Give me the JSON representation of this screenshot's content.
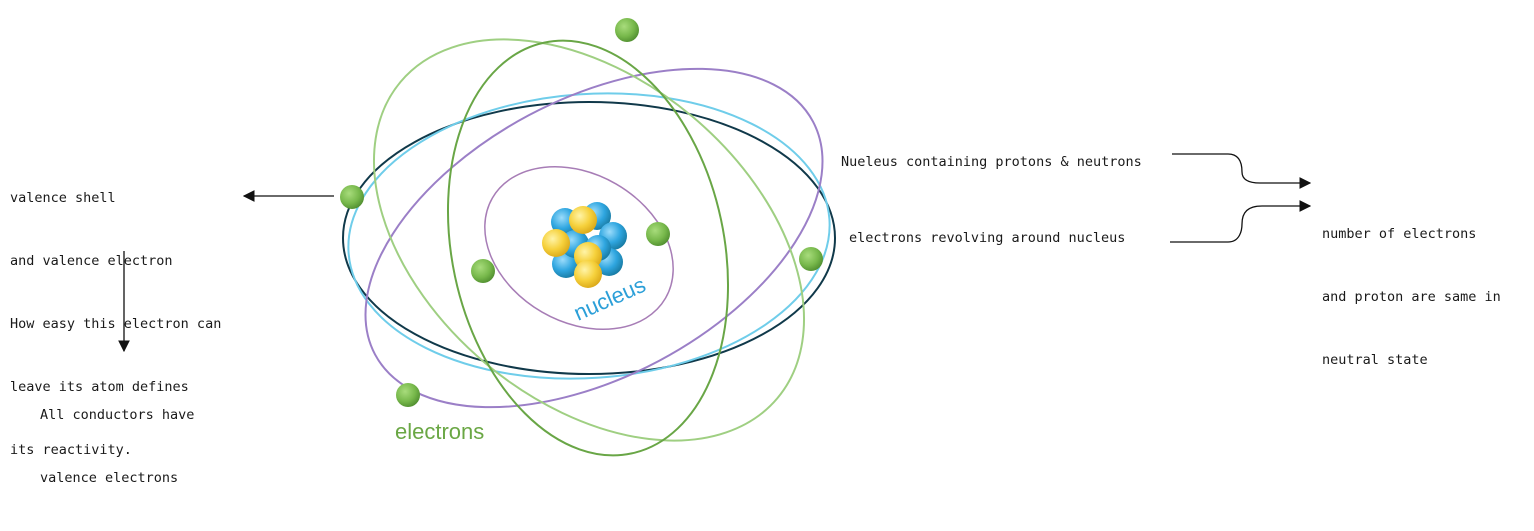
{
  "diagram": {
    "labels": {
      "nucleus": "nucleus",
      "electrons": "electrons"
    },
    "notes": {
      "valence_shell_lines": [
        "valence shell",
        "and valence electron",
        "How easy this electron can",
        "leave its atom defines",
        "its reactivity."
      ],
      "conductors_lines": [
        "All conductors have",
        "valence electrons"
      ],
      "nucleus_contains": "Nueleus containing protons & neutrons",
      "electrons_revolving": "electrons revolving around nucleus",
      "electrons_protons_lines": [
        "number of electrons",
        "and proton are same in",
        "neutral state"
      ]
    },
    "colors": {
      "outer_orbit": "#10394a",
      "cyan_orbit": "#6fcdea",
      "purple_orbit": "#9b7fc7",
      "light_green_orbit": "#9fcf82",
      "dark_green_orbit": "#69a646",
      "inner_orbit": "#a77db6",
      "electron": "#76b54c",
      "proton": "#f7d23e",
      "neutron": "#2fa6e0",
      "nucleus_label": "#2b9fd8",
      "electrons_label": "#6aa744",
      "arrow": "#111111"
    }
  }
}
